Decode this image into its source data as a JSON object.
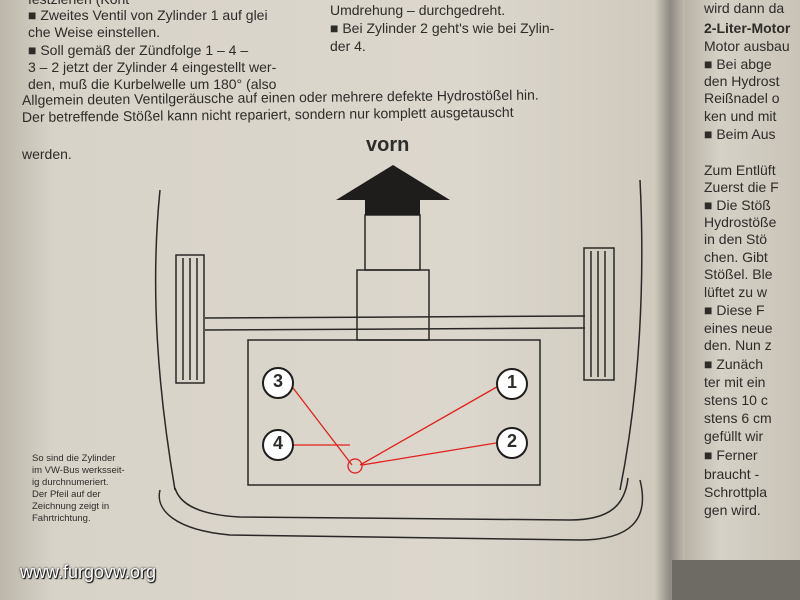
{
  "left_column": {
    "lines": [
      "festziehen (Kont",
      "■ Zweites Ventil von Zylinder 1 auf glei",
      "che Weise einstellen.",
      "■ Soll gemäß der Zündfolge 1 – 4 –",
      "3 – 2 jetzt der Zylinder 4 eingestellt wer-",
      "den, muß die Kurbelwelle um 180° (also"
    ]
  },
  "middle_column": {
    "lines": [
      "Umdrehung – durchgedreht.",
      "■ Bei Zylinder 2 geht's wie bei Zylin-",
      "der 4."
    ]
  },
  "paragraph": {
    "lines": [
      "Allgemein deuten Ventilgeräusche auf einen oder mehrere defekte Hydrostößel hin.",
      "Der betreffende Stößel kann nicht repariert, sondern nur komplett ausgetauscht",
      "werden."
    ]
  },
  "diagram": {
    "arrow_label": "vorn",
    "cylinders": [
      "1",
      "2",
      "3",
      "4"
    ],
    "firing_line_color": "#e0201c",
    "caption_lines": [
      "So sind die Zylinder",
      "im VW-Bus werksseit-",
      "ig durchnumeriert.",
      "Der Pfeil auf der",
      "Zeichnung zeigt in",
      "Fahrtrichtung."
    ]
  },
  "right_page": {
    "lines": [
      "wird dann da",
      "2-Liter-Motor",
      "Motor ausbau",
      "■ Bei abge",
      "den Hydrost",
      "Reißnadel o",
      "ken und mit",
      "■ Beim Aus",
      "",
      "Zum Entlüft",
      "Zuerst die F",
      "■ Die Stöß",
      "Hydrostöße",
      "in den Stö",
      "chen. Gibt",
      "Stößel. Ble",
      "lüftet zu w",
      "■ Diese F",
      "eines neue",
      "den. Nun z",
      "■ Zunäch",
      "ter mit ein",
      "stens 10 c",
      "stens 6 cm",
      "gefüllt wir",
      "■ Ferner",
      "braucht -",
      "Schrottpla",
      "gen wird."
    ]
  },
  "watermark": "www.furgovw.org"
}
